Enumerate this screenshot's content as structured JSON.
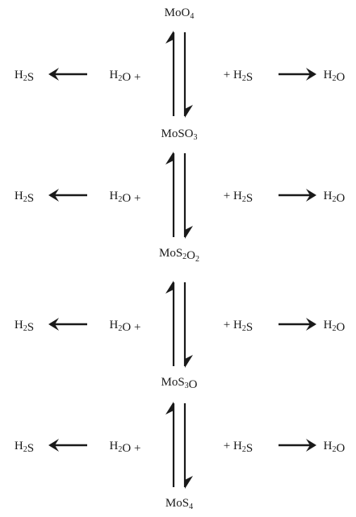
{
  "species": [
    {
      "parts": [
        {
          "t": "MoO"
        },
        {
          "t": "4",
          "sub": true
        }
      ]
    },
    {
      "parts": [
        {
          "t": "MoSO"
        },
        {
          "t": "3",
          "sub": true
        }
      ]
    },
    {
      "parts": [
        {
          "t": "MoS"
        },
        {
          "t": "2",
          "sub": true
        },
        {
          "t": "O"
        },
        {
          "t": "2",
          "sub": true
        }
      ]
    },
    {
      "parts": [
        {
          "t": "MoS"
        },
        {
          "t": "3",
          "sub": true
        },
        {
          "t": "O"
        }
      ]
    },
    {
      "parts": [
        {
          "t": "MoS"
        },
        {
          "t": "4",
          "sub": true
        }
      ]
    }
  ],
  "steps": [
    {
      "left_product": {
        "parts": [
          {
            "t": "H"
          },
          {
            "t": "2",
            "sub": true
          },
          {
            "t": "S"
          }
        ]
      },
      "left_reagent": {
        "parts": [
          {
            "t": "H"
          },
          {
            "t": "2",
            "sub": true
          },
          {
            "t": "O +"
          }
        ]
      },
      "right_reagent": {
        "parts": [
          {
            "t": "+ H"
          },
          {
            "t": "2",
            "sub": true
          },
          {
            "t": "S"
          }
        ]
      },
      "right_product": {
        "parts": [
          {
            "t": "H"
          },
          {
            "t": "2",
            "sub": true
          },
          {
            "t": "O"
          }
        ]
      }
    },
    {
      "left_product": {
        "parts": [
          {
            "t": "H"
          },
          {
            "t": "2",
            "sub": true
          },
          {
            "t": "S"
          }
        ]
      },
      "left_reagent": {
        "parts": [
          {
            "t": "H"
          },
          {
            "t": "2",
            "sub": true
          },
          {
            "t": "O +"
          }
        ]
      },
      "right_reagent": {
        "parts": [
          {
            "t": "+ H"
          },
          {
            "t": "2",
            "sub": true
          },
          {
            "t": "S"
          }
        ]
      },
      "right_product": {
        "parts": [
          {
            "t": "H"
          },
          {
            "t": "2",
            "sub": true
          },
          {
            "t": "O"
          }
        ]
      }
    },
    {
      "left_product": {
        "parts": [
          {
            "t": "H"
          },
          {
            "t": "2",
            "sub": true
          },
          {
            "t": "S"
          }
        ]
      },
      "left_reagent": {
        "parts": [
          {
            "t": "H"
          },
          {
            "t": "2",
            "sub": true
          },
          {
            "t": "O +"
          }
        ]
      },
      "right_reagent": {
        "parts": [
          {
            "t": "+ H"
          },
          {
            "t": "2",
            "sub": true
          },
          {
            "t": "S"
          }
        ]
      },
      "right_product": {
        "parts": [
          {
            "t": "H"
          },
          {
            "t": "2",
            "sub": true
          },
          {
            "t": "O"
          }
        ]
      }
    },
    {
      "left_product": {
        "parts": [
          {
            "t": "H"
          },
          {
            "t": "2",
            "sub": true
          },
          {
            "t": "S"
          }
        ]
      },
      "left_reagent": {
        "parts": [
          {
            "t": "H"
          },
          {
            "t": "2",
            "sub": true
          },
          {
            "t": "O +"
          }
        ]
      },
      "right_reagent": {
        "parts": [
          {
            "t": "+ H"
          },
          {
            "t": "2",
            "sub": true
          },
          {
            "t": "S"
          }
        ]
      },
      "right_product": {
        "parts": [
          {
            "t": "H"
          },
          {
            "t": "2",
            "sub": true
          },
          {
            "t": "O"
          }
        ]
      }
    }
  ]
}
